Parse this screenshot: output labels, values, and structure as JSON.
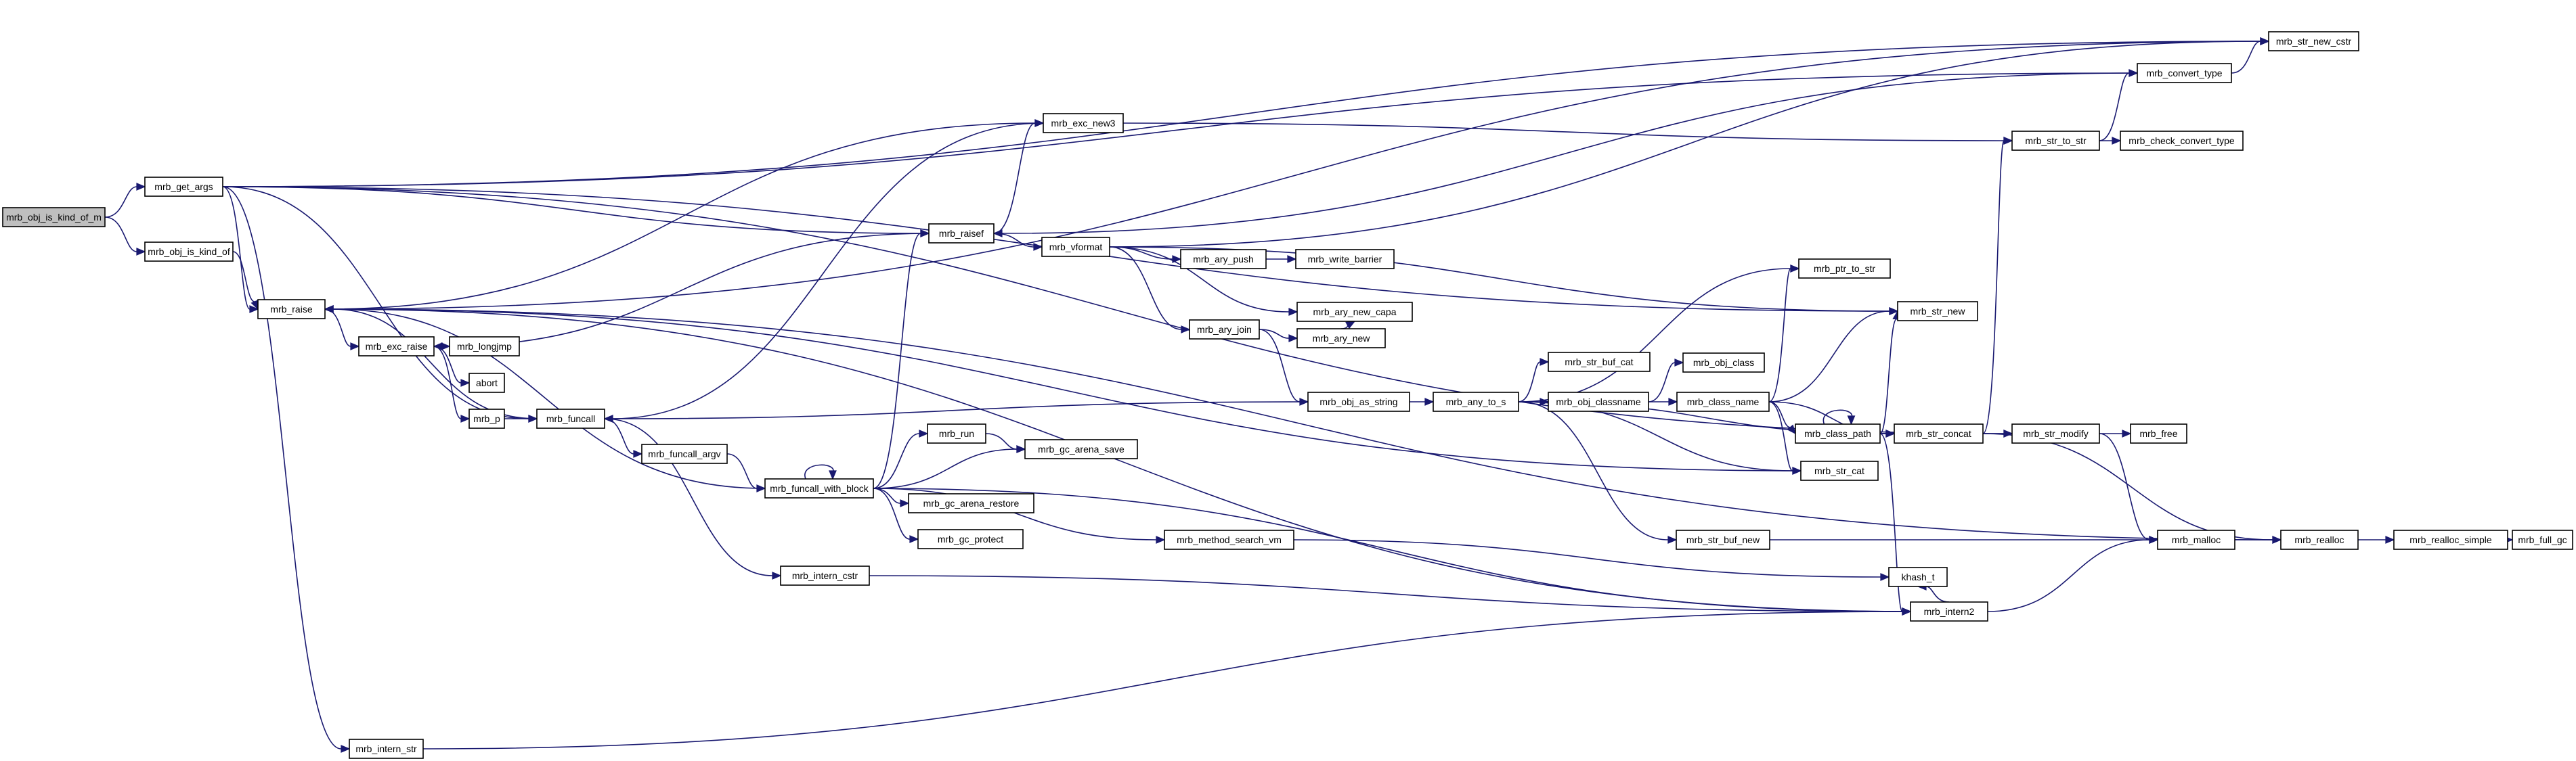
{
  "colors": {
    "edge": "#191970",
    "node_fill": "#ffffff",
    "root_fill": "#bfbfbf",
    "node_border": "#000000",
    "truncated_border": "#ff0000"
  },
  "nodes": [
    {
      "id": "root",
      "label": "mrb_obj_is_kind_of_m",
      "kind": "root"
    },
    {
      "id": "get_args",
      "label": "mrb_get_args"
    },
    {
      "id": "obj_is_kind_of",
      "label": "mrb_obj_is_kind_of"
    },
    {
      "id": "raise",
      "label": "mrb_raise"
    },
    {
      "id": "exc_raise",
      "label": "mrb_exc_raise"
    },
    {
      "id": "longjmp",
      "label": "mrb_longjmp"
    },
    {
      "id": "abort",
      "label": "abort"
    },
    {
      "id": "mrb_p",
      "label": "mrb_p"
    },
    {
      "id": "funcall",
      "label": "mrb_funcall"
    },
    {
      "id": "funcall_argv",
      "label": "mrb_funcall_argv"
    },
    {
      "id": "funcall_with_block",
      "label": "mrb_funcall_with_block"
    },
    {
      "id": "run",
      "label": "mrb_run"
    },
    {
      "id": "gc_arena_save",
      "label": "mrb_gc_arena_save"
    },
    {
      "id": "gc_arena_restore",
      "label": "mrb_gc_arena_restore"
    },
    {
      "id": "gc_protect",
      "label": "mrb_gc_protect"
    },
    {
      "id": "intern_cstr",
      "label": "mrb_intern_cstr"
    },
    {
      "id": "intern_str",
      "label": "mrb_intern_str"
    },
    {
      "id": "exc_new3",
      "label": "mrb_exc_new3"
    },
    {
      "id": "raisef",
      "label": "mrb_raisef"
    },
    {
      "id": "vformat",
      "label": "mrb_vformat"
    },
    {
      "id": "ary_push",
      "label": "mrb_ary_push"
    },
    {
      "id": "write_barrier",
      "label": "mrb_write_barrier"
    },
    {
      "id": "ary_new_capa",
      "label": "mrb_ary_new_capa"
    },
    {
      "id": "ary_join",
      "label": "mrb_ary_join"
    },
    {
      "id": "ary_new",
      "label": "mrb_ary_new"
    },
    {
      "id": "obj_as_string",
      "label": "mrb_obj_as_string"
    },
    {
      "id": "any_to_s",
      "label": "mrb_any_to_s"
    },
    {
      "id": "str_buf_cat",
      "label": "mrb_str_buf_cat"
    },
    {
      "id": "obj_classname",
      "label": "mrb_obj_classname"
    },
    {
      "id": "obj_class",
      "label": "mrb_obj_class",
      "kind": "truncated"
    },
    {
      "id": "class_name",
      "label": "mrb_class_name"
    },
    {
      "id": "class_path",
      "label": "mrb_class_path",
      "kind": "truncated"
    },
    {
      "id": "str_cat",
      "label": "mrb_str_cat"
    },
    {
      "id": "str_buf_new",
      "label": "mrb_str_buf_new"
    },
    {
      "id": "method_search_vm",
      "label": "mrb_method_search_vm"
    },
    {
      "id": "khash_t",
      "label": "khash_t"
    },
    {
      "id": "intern2",
      "label": "mrb_intern2"
    },
    {
      "id": "ptr_to_str",
      "label": "mrb_ptr_to_str"
    },
    {
      "id": "str_new",
      "label": "mrb_str_new"
    },
    {
      "id": "str_concat",
      "label": "mrb_str_concat"
    },
    {
      "id": "str_modify",
      "label": "mrb_str_modify"
    },
    {
      "id": "free",
      "label": "mrb_free"
    },
    {
      "id": "malloc",
      "label": "mrb_malloc"
    },
    {
      "id": "realloc",
      "label": "mrb_realloc"
    },
    {
      "id": "realloc_simple",
      "label": "mrb_realloc_simple"
    },
    {
      "id": "full_gc",
      "label": "mrb_full_gc"
    },
    {
      "id": "str_to_str",
      "label": "mrb_str_to_str"
    },
    {
      "id": "check_convert_type",
      "label": "mrb_check_convert_type"
    },
    {
      "id": "convert_type",
      "label": "mrb_convert_type"
    },
    {
      "id": "str_new_cstr",
      "label": "mrb_str_new_cstr"
    }
  ],
  "edges": [
    [
      "root",
      "get_args"
    ],
    [
      "root",
      "obj_is_kind_of"
    ],
    [
      "get_args",
      "raise"
    ],
    [
      "get_args",
      "funcall"
    ],
    [
      "get_args",
      "raisef"
    ],
    [
      "get_args",
      "str_new"
    ],
    [
      "get_args",
      "str_new_cstr"
    ],
    [
      "get_args",
      "convert_type"
    ],
    [
      "get_args",
      "str_modify"
    ],
    [
      "get_args",
      "intern_str"
    ],
    [
      "obj_is_kind_of",
      "raise"
    ],
    [
      "raise",
      "exc_raise"
    ],
    [
      "raise",
      "exc_new3"
    ],
    [
      "raise",
      "str_new_cstr"
    ],
    [
      "exc_raise",
      "longjmp"
    ],
    [
      "exc_raise",
      "abort"
    ],
    [
      "exc_raise",
      "mrb_p"
    ],
    [
      "mrb_p",
      "funcall"
    ],
    [
      "funcall",
      "raise"
    ],
    [
      "funcall",
      "funcall_argv"
    ],
    [
      "funcall",
      "intern_cstr"
    ],
    [
      "funcall_argv",
      "funcall_with_block"
    ],
    [
      "funcall_with_block",
      "funcall_with_block"
    ],
    [
      "funcall_with_block",
      "run"
    ],
    [
      "funcall_with_block",
      "gc_arena_save"
    ],
    [
      "funcall_with_block",
      "gc_arena_restore"
    ],
    [
      "funcall_with_block",
      "gc_protect"
    ],
    [
      "funcall_with_block",
      "raisef"
    ],
    [
      "funcall_with_block",
      "method_search_vm"
    ],
    [
      "funcall_with_block",
      "intern2"
    ],
    [
      "funcall_with_block",
      "raise"
    ],
    [
      "run",
      "gc_arena_save"
    ],
    [
      "intern_cstr",
      "intern2"
    ],
    [
      "intern_str",
      "intern2"
    ],
    [
      "exc_new3",
      "funcall"
    ],
    [
      "exc_new3",
      "str_to_str"
    ],
    [
      "raisef",
      "exc_new3"
    ],
    [
      "raisef",
      "vformat"
    ],
    [
      "raisef",
      "exc_raise"
    ],
    [
      "vformat",
      "ary_push"
    ],
    [
      "vformat",
      "ary_new_capa"
    ],
    [
      "vformat",
      "ary_join"
    ],
    [
      "vformat",
      "str_new"
    ],
    [
      "vformat",
      "str_new_cstr"
    ],
    [
      "ary_push",
      "write_barrier"
    ],
    [
      "ary_join",
      "ary_new"
    ],
    [
      "ary_join",
      "obj_as_string"
    ],
    [
      "ary_new",
      "ary_new_capa"
    ],
    [
      "obj_as_string",
      "funcall"
    ],
    [
      "obj_as_string",
      "any_to_s"
    ],
    [
      "any_to_s",
      "str_buf_cat"
    ],
    [
      "any_to_s",
      "obj_classname"
    ],
    [
      "any_to_s",
      "ptr_to_str"
    ],
    [
      "any_to_s",
      "str_cat"
    ],
    [
      "any_to_s",
      "str_buf_new"
    ],
    [
      "any_to_s",
      "str_concat"
    ],
    [
      "obj_classname",
      "obj_class"
    ],
    [
      "obj_classname",
      "class_name"
    ],
    [
      "class_name",
      "class_path"
    ],
    [
      "class_name",
      "str_cat"
    ],
    [
      "class_name",
      "str_new"
    ],
    [
      "class_name",
      "ptr_to_str"
    ],
    [
      "class_name",
      "str_concat"
    ],
    [
      "class_path",
      "class_path"
    ],
    [
      "class_path",
      "str_concat"
    ],
    [
      "class_path",
      "intern2"
    ],
    [
      "class_path",
      "str_new"
    ],
    [
      "str_cat",
      "raise"
    ],
    [
      "str_buf_new",
      "malloc"
    ],
    [
      "method_search_vm",
      "khash_t"
    ],
    [
      "intern2",
      "khash_t"
    ],
    [
      "intern2",
      "malloc"
    ],
    [
      "intern2",
      "raise"
    ],
    [
      "str_concat",
      "str_modify"
    ],
    [
      "str_concat",
      "str_to_str"
    ],
    [
      "str_concat",
      "realloc"
    ],
    [
      "str_modify",
      "free"
    ],
    [
      "str_modify",
      "malloc"
    ],
    [
      "malloc",
      "realloc"
    ],
    [
      "realloc",
      "realloc_simple"
    ],
    [
      "realloc",
      "raise"
    ],
    [
      "realloc_simple",
      "full_gc"
    ],
    [
      "str_to_str",
      "check_convert_type"
    ],
    [
      "str_to_str",
      "convert_type"
    ],
    [
      "convert_type",
      "str_new_cstr"
    ],
    [
      "convert_type",
      "raisef"
    ]
  ]
}
